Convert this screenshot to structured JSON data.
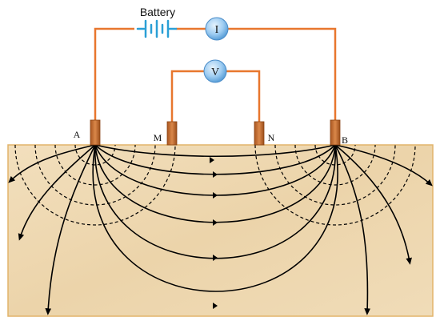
{
  "labels": {
    "battery": "Battery",
    "ammeter": "I",
    "voltmeter": "V",
    "electrode_a": "A",
    "electrode_m": "M",
    "electrode_n": "N",
    "electrode_b": "B"
  },
  "colors": {
    "wire": "#e8772e",
    "ground": "#efd9b4",
    "ground_border": "#e9b96e",
    "electrode": "#c76e2e",
    "meter": "#8fc4ef",
    "battery": "#2a9fd6",
    "current_line": "#000000",
    "equipotential": "#000000"
  },
  "icons": {
    "battery": "battery-icon",
    "ammeter": "ammeter-icon",
    "voltmeter": "voltmeter-icon"
  }
}
